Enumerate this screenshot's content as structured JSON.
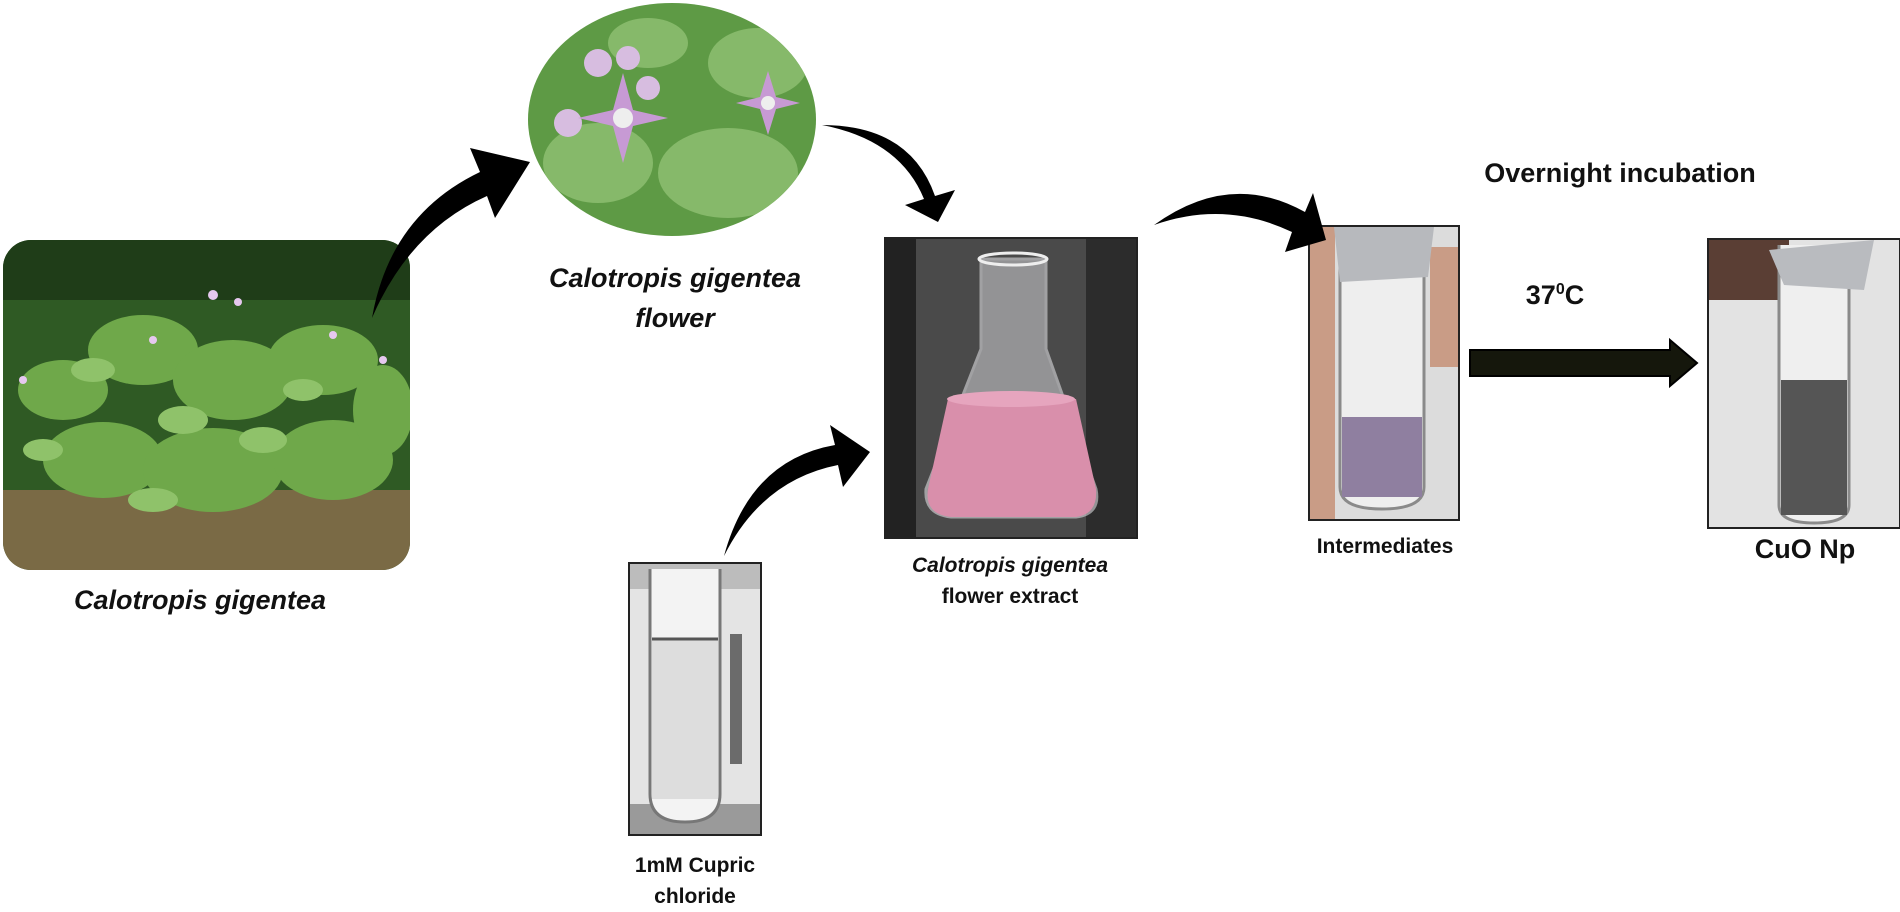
{
  "labels": {
    "plant": "Calotropis gigentea",
    "flower_line1": "Calotropis gigentea",
    "flower_line2": "flower",
    "extract_line1": "Calotropis  gigentea",
    "extract_line2": "flower extract",
    "cupric_line1": "1mM Cupric",
    "cupric_line2": "chloride",
    "intermediates": "Intermediates",
    "incubation": "Overnight incubation",
    "temperature_value": "37",
    "temperature_sup": "0",
    "temperature_unit": "C",
    "product": "CuO Np"
  },
  "colors": {
    "arrow": "#000000",
    "straight_arrow_fill": "#15170c",
    "plant_green": "#4d8a36",
    "flower_petal": "#c9a8d6",
    "extract_pink": "#d98fab",
    "liquid_dark": "#555555"
  },
  "icons": [
    "plant-photo",
    "flower-photo",
    "flask-photo",
    "cupric-tube-photo",
    "intermediates-tube-photo",
    "cuo-tube-photo"
  ]
}
